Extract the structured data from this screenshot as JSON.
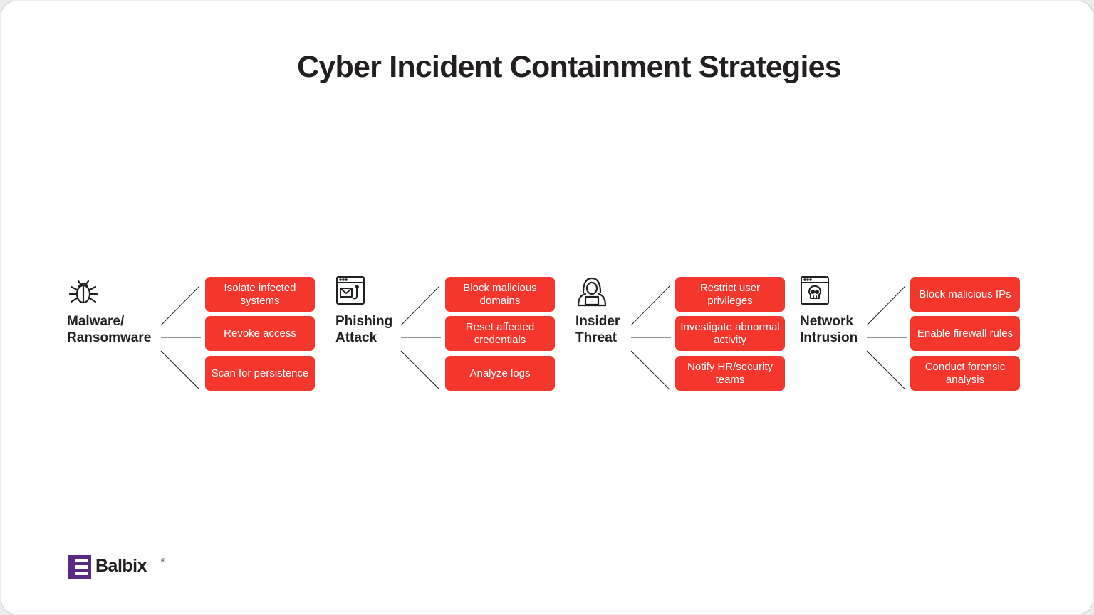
{
  "title": "Cyber Incident Containment Strategies",
  "colors": {
    "accent": "#f4362c",
    "text": "#231f20",
    "brand": "#5b2a86"
  },
  "groups": [
    {
      "icon": "bug-icon",
      "label_line1": "Malware/",
      "label_line2": "Ransomware",
      "actions": [
        "Isolate infected systems",
        "Revoke access",
        "Scan for persistence"
      ]
    },
    {
      "icon": "phishing-email-icon",
      "label_line1": "Phishing",
      "label_line2": "Attack",
      "actions": [
        "Block malicious domains",
        "Reset affected credentials",
        "Analyze logs"
      ]
    },
    {
      "icon": "hooded-hacker-icon",
      "label_line1": "Insider",
      "label_line2": "Threat",
      "actions": [
        "Restrict user privileges",
        "Investigate abnormal activity",
        "Notify HR/security teams"
      ]
    },
    {
      "icon": "skull-window-icon",
      "label_line1": "Network",
      "label_line2": "Intrusion",
      "actions": [
        "Block malicious IPs",
        "Enable firewall rules",
        "Conduct forensic analysis"
      ]
    }
  ],
  "brand": {
    "name": "Balbix",
    "reg": "®"
  }
}
